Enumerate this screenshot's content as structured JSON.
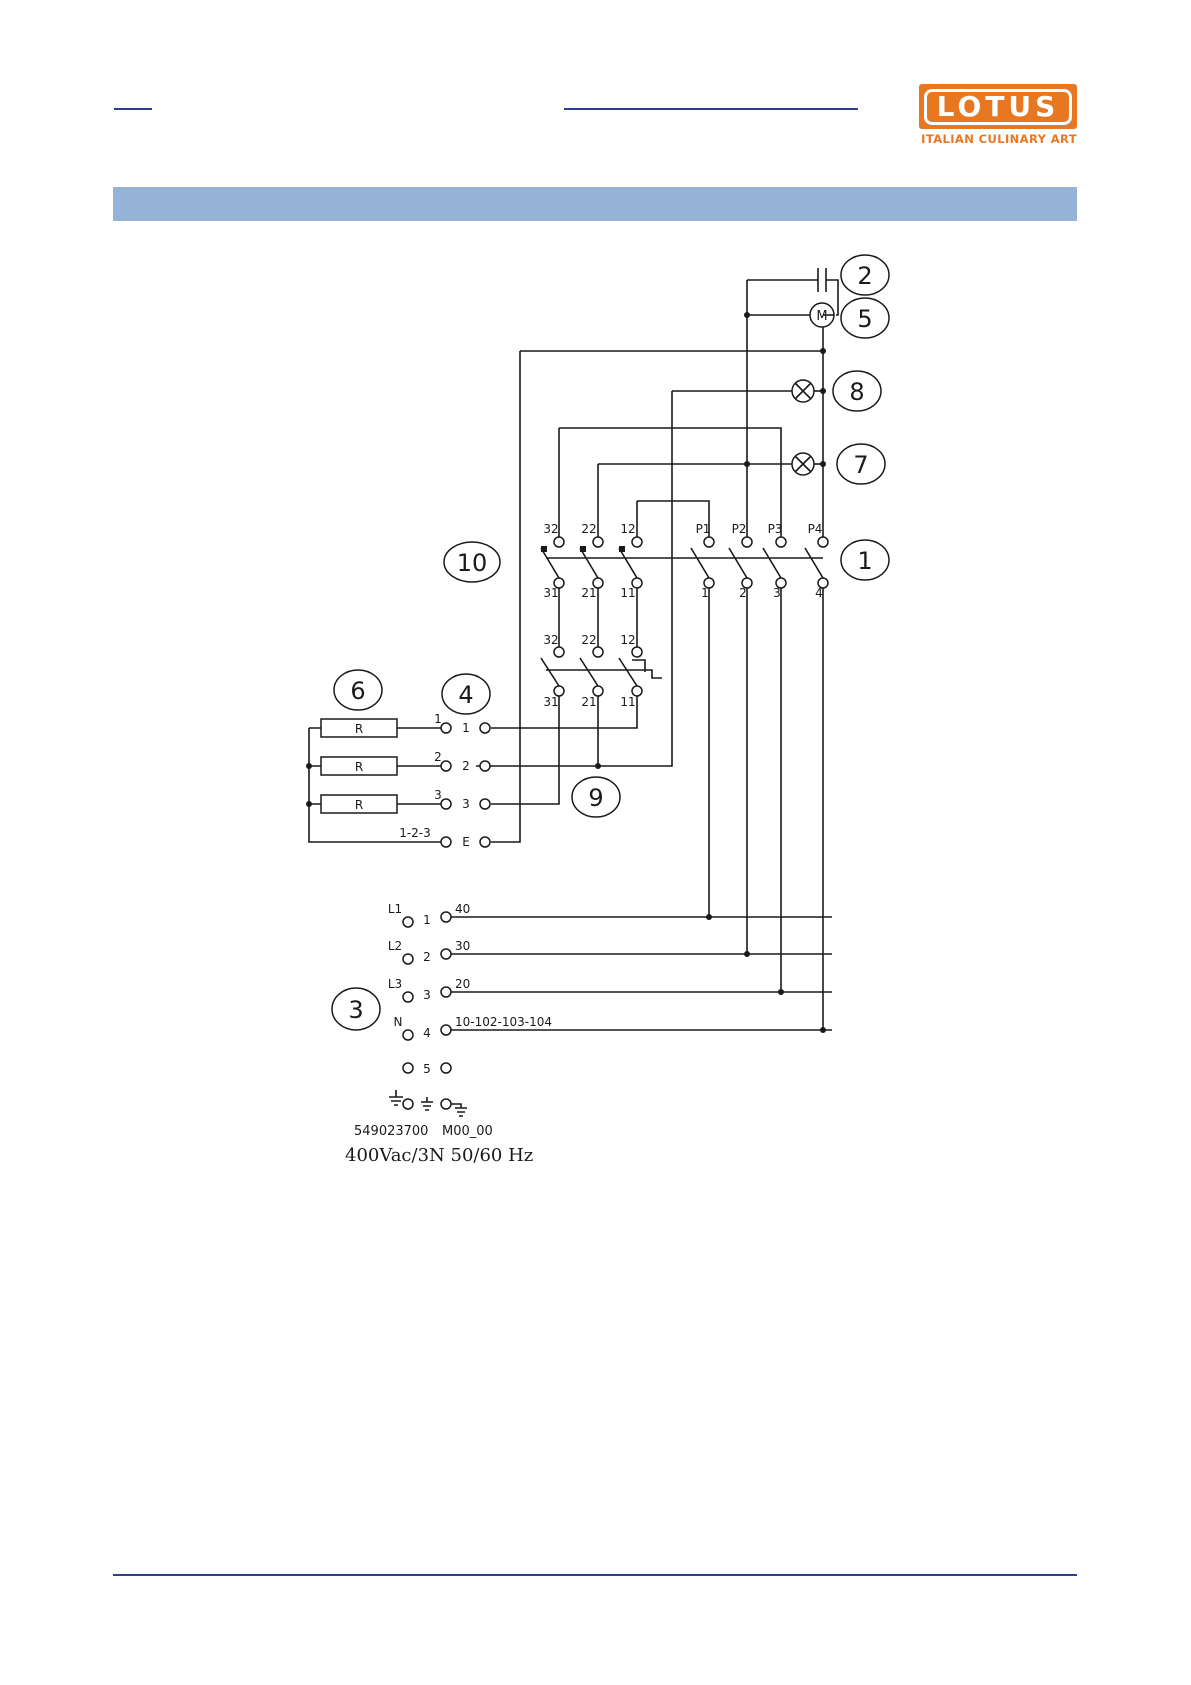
{
  "logo": {
    "word": "LOTUS",
    "tagline": "ITALIAN CULINARY ART"
  },
  "callouts": [
    "1",
    "2",
    "3",
    "4",
    "5",
    "6",
    "7",
    "8",
    "9",
    "10"
  ],
  "switch_terminals": {
    "thermostat_top": [
      "32",
      "22",
      "12"
    ],
    "thermostat_bottom": [
      "31",
      "21",
      "11"
    ],
    "pilot_top": [
      "P1",
      "P2",
      "P3",
      "P4"
    ],
    "pilot_bottom": [
      "1",
      "2",
      "3",
      "4"
    ],
    "second_top": [
      "32",
      "22",
      "12"
    ],
    "second_bottom": [
      "31",
      "21",
      "11"
    ]
  },
  "resistors": [
    "R",
    "R",
    "R"
  ],
  "heater_block": {
    "wire_labels": [
      "1",
      "2",
      "3",
      "1-2-3"
    ],
    "terminals": [
      "1",
      "2",
      "3",
      "E"
    ]
  },
  "supply_block": {
    "phases": [
      "L1",
      "L2",
      "L3",
      "N"
    ],
    "numbers": [
      "1",
      "2",
      "3",
      "4",
      "5"
    ],
    "wire_labels": [
      "40",
      "30",
      "20",
      "10-102-103-104"
    ]
  },
  "drawing_code": "549023700",
  "revision": "M00_00",
  "supply_rating": "400Vac/3N 50/60 Hz"
}
